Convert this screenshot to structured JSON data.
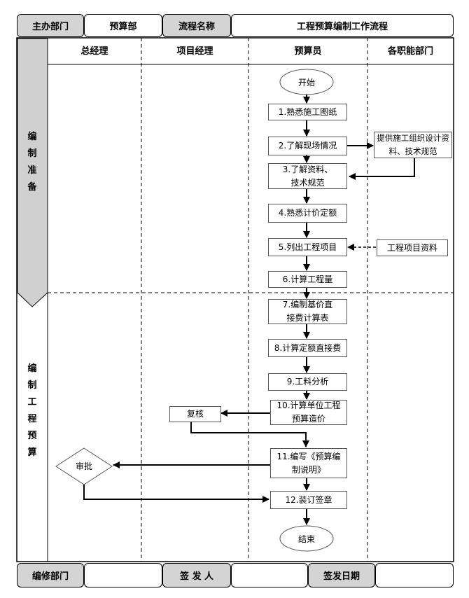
{
  "header": {
    "host_dept_label": "主办部门",
    "host_dept_value": "预算部",
    "flow_name_label": "流程名称",
    "flow_name_value": "工程预算编制工作流程"
  },
  "lanes": [
    "总经理",
    "项目经理",
    "预算员",
    "各职能部门"
  ],
  "phases": {
    "prepare": [
      "编",
      "制",
      "准",
      "备"
    ],
    "budget": [
      "编",
      "制",
      "工",
      "程",
      "预",
      "算"
    ]
  },
  "nodes": {
    "start": "开始",
    "s1": "1.熟悉施工图纸",
    "s2": "2.了解现场情况",
    "s3": "3.了解资料、技术规范",
    "s4": "4.熟悉计价定额",
    "s5": "5.列出工程项目",
    "s6": "6.计算工程量",
    "s7": "7.编制基价直接费计算表",
    "s8": "8.计算定额直接费",
    "s9": "9.工料分析",
    "s10": "10.计算单位工程预算造价",
    "s11": "11.编写《预算编制说明》",
    "s12": "12.装订签章",
    "end": "结束",
    "review": "复核",
    "approve": "审批",
    "dept_provide": "提供施工组织设计资料、技术规范",
    "dept_items": "工程项目资料"
  },
  "footer": {
    "editor_dept_label": "编修部门",
    "editor_dept_value": "",
    "issuer_label": "签 发 人",
    "issuer_value": "",
    "issue_date_label": "签发日期",
    "issue_date_value": ""
  }
}
